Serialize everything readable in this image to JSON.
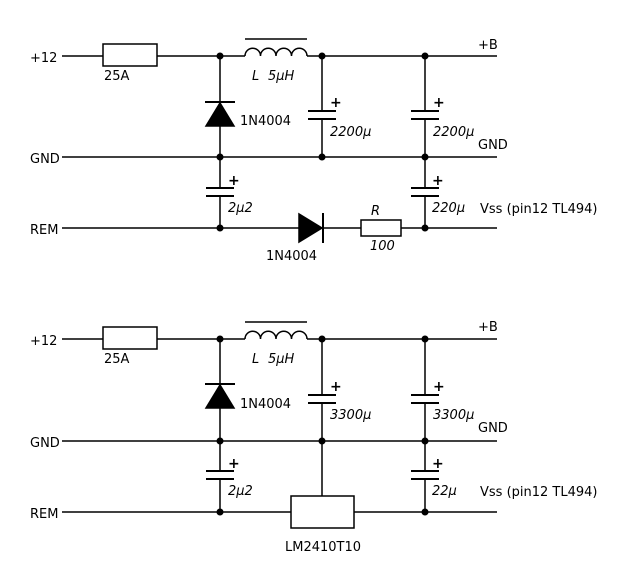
{
  "top": {
    "label_p12": "+12",
    "label_gnd": "GND",
    "label_rem": "REM",
    "label_b": "+B",
    "label_gnd_right": "GND",
    "label_vss": "Vss (pin12 TL494)",
    "fuse": "25A",
    "inductor_name": "L",
    "inductor_value": "5µH",
    "diode_vertical": "1N4004",
    "diode_horizontal": "1N4004",
    "cap1": "2200µ",
    "cap2": "2200µ",
    "cap3": "2µ2",
    "cap4": "220µ",
    "resistor_name": "R",
    "resistor_value": "100",
    "plus": "+"
  },
  "bottom": {
    "label_p12": "+12",
    "label_gnd": "GND",
    "label_rem": "REM",
    "label_b": "+B",
    "label_gnd_right": "GND",
    "label_vss": "Vss (pin12 TL494)",
    "fuse": "25A",
    "inductor_name": "L",
    "inductor_value": "5µH",
    "diode_vertical": "1N4004",
    "cap1": "3300µ",
    "cap2": "3300µ",
    "cap3": "2µ2",
    "cap4": "22µ",
    "regulator": "LM2410T10",
    "plus": "+"
  }
}
